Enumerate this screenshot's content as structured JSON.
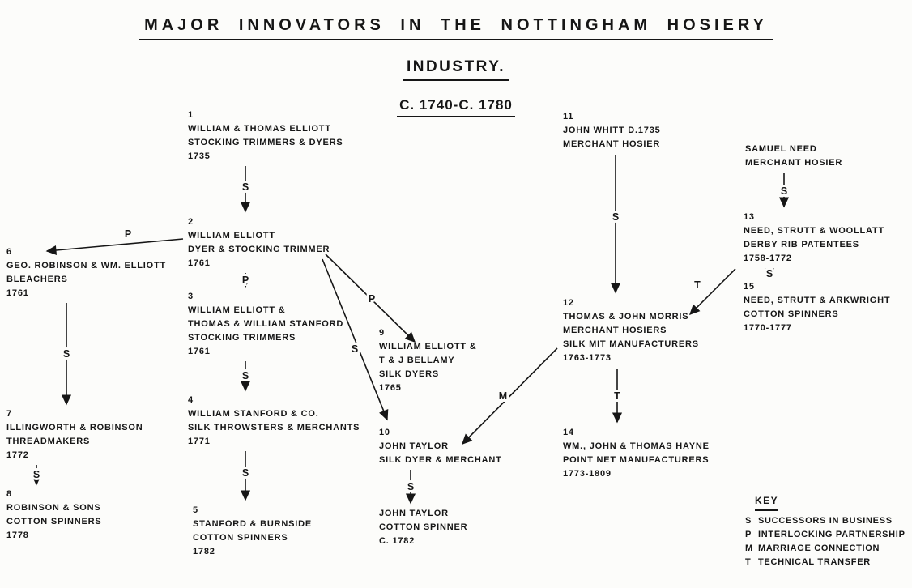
{
  "title": {
    "line1": "MAJOR INNOVATORS IN THE NOTTINGHAM HOSIERY",
    "line2": "INDUSTRY.",
    "line3": "C. 1740-C. 1780"
  },
  "nodes": {
    "n1": {
      "number": "1",
      "lines": [
        "WILLIAM & THOMAS ELLIOTT",
        "STOCKING TRIMMERS & DYERS",
        "1735"
      ]
    },
    "n2": {
      "number": "2",
      "lines": [
        "WILLIAM ELLIOTT",
        "DYER & STOCKING TRIMMER",
        "1761"
      ]
    },
    "n3": {
      "number": "3",
      "lines": [
        "WILLIAM ELLIOTT &",
        "THOMAS & WILLIAM STANFORD",
        "STOCKING TRIMMERS",
        "1761"
      ]
    },
    "n4": {
      "number": "4",
      "lines": [
        "WILLIAM STANFORD & CO.",
        "SILK THROWSTERS & MERCHANTS",
        "1771"
      ]
    },
    "n5": {
      "number": "5",
      "lines": [
        "STANFORD & BURNSIDE",
        "COTTON SPINNERS",
        "1782"
      ]
    },
    "n6": {
      "number": "6",
      "lines": [
        "GEO. ROBINSON & WM. ELLIOTT",
        "BLEACHERS",
        "1761"
      ]
    },
    "n7": {
      "number": "7",
      "lines": [
        "ILLINGWORTH & ROBINSON",
        "THREADMAKERS",
        "1772"
      ]
    },
    "n8": {
      "number": "8",
      "lines": [
        "ROBINSON & SONS",
        "COTTON SPINNERS",
        "1778"
      ]
    },
    "n9": {
      "number": "9",
      "lines": [
        "WILLIAM ELLIOTT &",
        "T & J BELLAMY",
        "SILK DYERS",
        "1765"
      ]
    },
    "n10": {
      "number": "10",
      "lines": [
        "JOHN TAYLOR",
        "SILK DYER & MERCHANT"
      ]
    },
    "n10b": {
      "lines": [
        "JOHN TAYLOR",
        "COTTON SPINNER",
        "C. 1782"
      ]
    },
    "n11": {
      "number": "11",
      "lines": [
        "JOHN WHITT D.1735",
        "MERCHANT HOSIER"
      ]
    },
    "n12": {
      "number": "12",
      "lines": [
        "THOMAS & JOHN MORRIS",
        "MERCHANT HOSIERS",
        "SILK MIT MANUFACTURERS",
        "1763-1773"
      ]
    },
    "n13": {
      "number": "13",
      "lines": [
        "NEED, STRUTT & WOOLLATT",
        "DERBY RIB PATENTEES",
        "1758-1772"
      ]
    },
    "n14": {
      "number": "14",
      "lines": [
        "WM., JOHN & THOMAS HAYNE",
        "POINT NET MANUFACTURERS",
        "1773-1809"
      ]
    },
    "n15": {
      "number": "15",
      "lines": [
        "NEED, STRUTT & ARKWRIGHT",
        "COTTON SPINNERS",
        "1770-1777"
      ]
    },
    "nsamuel": {
      "lines": [
        "SAMUEL NEED",
        "MERCHANT HOSIER"
      ]
    }
  },
  "edges": {
    "e1_2": {
      "from": "1",
      "to": "2",
      "label": "S"
    },
    "e2_6": {
      "from": "2",
      "to": "6",
      "label": "P"
    },
    "e2_3": {
      "from": "2",
      "to": "3",
      "label": "P"
    },
    "e3_4": {
      "from": "3",
      "to": "4",
      "label": "S"
    },
    "e4_5": {
      "from": "4",
      "to": "5",
      "label": "S"
    },
    "e2_9": {
      "from": "2",
      "to": "9",
      "label": "P"
    },
    "e2_10": {
      "from": "2",
      "to": "10",
      "label": "S"
    },
    "e10_10b": {
      "from": "10",
      "to": "10b",
      "label": "S"
    },
    "e6_7": {
      "from": "6",
      "to": "7",
      "label": "S"
    },
    "e7_8": {
      "from": "7",
      "to": "8",
      "label": "S"
    },
    "e11_12": {
      "from": "11",
      "to": "12",
      "label": "S"
    },
    "e12_10": {
      "from": "12",
      "to": "10",
      "label": "M"
    },
    "e13_12": {
      "from": "13",
      "to": "12",
      "label": "T"
    },
    "esn_13": {
      "from": "samuel-need",
      "to": "13",
      "label": "S"
    },
    "e13_15": {
      "from": "13",
      "to": "15",
      "label": "S"
    },
    "e12_14": {
      "from": "12",
      "to": "14",
      "label": "T"
    }
  },
  "key": {
    "heading": "KEY",
    "entries": [
      {
        "symbol": "S",
        "text": "SUCCESSORS IN BUSINESS"
      },
      {
        "symbol": "P",
        "text": "INTERLOCKING PARTNERSHIP"
      },
      {
        "symbol": "M",
        "text": "MARRIAGE CONNECTION"
      },
      {
        "symbol": "T",
        "text": "TECHNICAL TRANSFER"
      }
    ]
  }
}
